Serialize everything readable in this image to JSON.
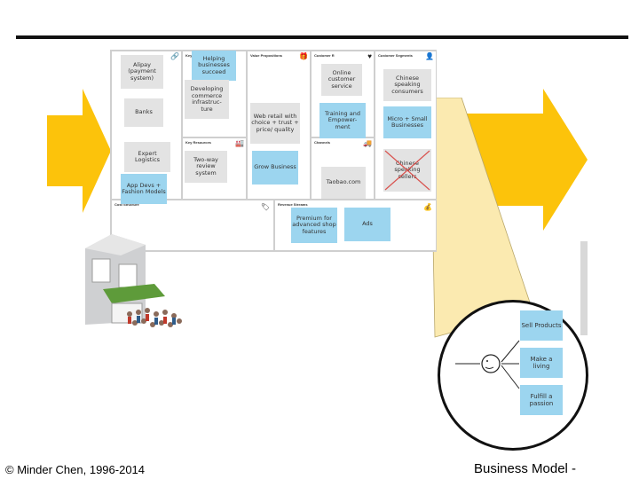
{
  "footer": {
    "copyright": "© Minder Chen, 1996-2014",
    "slide_title": "Business Model -"
  },
  "canvas": {
    "sections": {
      "key_partners": "",
      "key_activities": "Key",
      "key_resources": "Key Resources",
      "value_propositions": "Value Propositions",
      "customer_relationships": "Customer R",
      "channels": "Channels",
      "customer_segments": "Customer Segments",
      "cost_structure": "Cost Structure",
      "revenue_streams": "Revenue Streams"
    },
    "notes": {
      "alipay": "Alipay (payment system)",
      "banks": "Banks",
      "expert_logistics": "Expert Logistics",
      "app_devs": "App Devs + Fashion Models",
      "helping": "Helping businesses succeed",
      "developing": "Developing commerce infrastruc- ture",
      "two_way": "Two-way review system",
      "web_retail": "Web retail with choice + trust + price/ quality",
      "grow_business": "Grow Business",
      "online_cs": "Online customer service",
      "training": "Training and Empower- ment",
      "taobao": "Taobao.com",
      "chinese_consumers": "Chinese speaking consumers",
      "micro_small": "Micro + Small Businesses",
      "chinese_sellers": "Chinese speaking sellers",
      "premium": "Premium for advanced shop features",
      "ads": "Ads"
    }
  },
  "customer_profile": {
    "sell_products": "Sell Products",
    "make_living": "Make a living",
    "fulfill_passion": "Fulfill a passion"
  },
  "colors": {
    "arrow": "#fcc30b",
    "wedge": "#fbeab0",
    "sticky_blue": "#9cd5ef",
    "sticky_grey": "#e3e3e3"
  }
}
